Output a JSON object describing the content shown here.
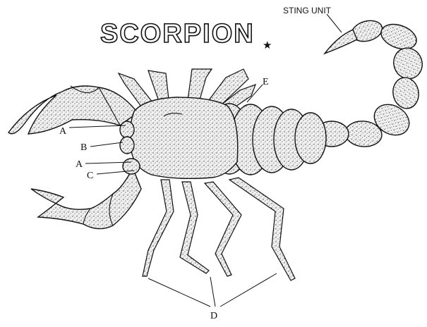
{
  "title": "SCORPION",
  "title_mark": "★",
  "labels": {
    "sting_unit": "STING UNIT",
    "a_upper": "A",
    "b": "B",
    "a_lower": "A",
    "c": "C",
    "d": "D",
    "e": "E"
  },
  "colors": {
    "ink": "#111111",
    "background": "#ffffff"
  }
}
